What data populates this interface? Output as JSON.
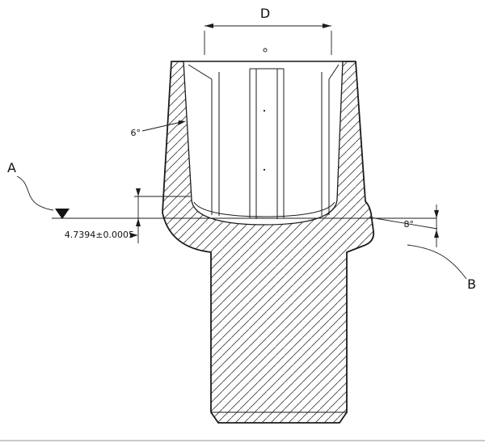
{
  "colors": {
    "ink": "#1b1b1b",
    "background": "#ffffff"
  },
  "annotations": {
    "dim_d_label": "D",
    "datum_label_a": "A",
    "surface_label_b": "B",
    "taper_angle_label": "6°",
    "seat_angle_label": "8°",
    "seat_height_dim": "4.7394±0.0005"
  }
}
